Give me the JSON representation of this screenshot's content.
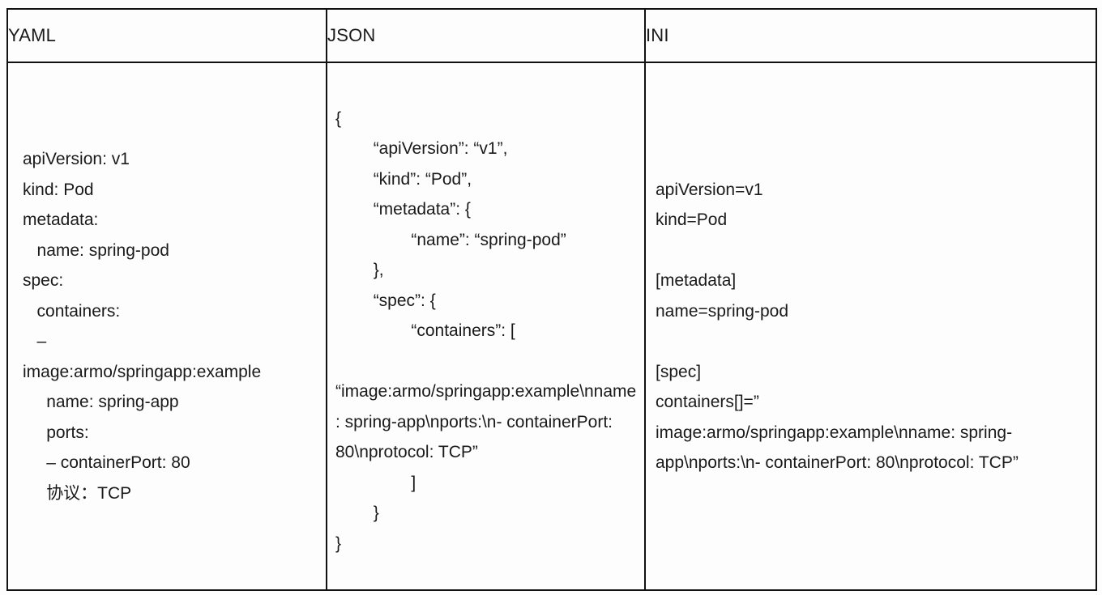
{
  "table": {
    "headers": [
      {
        "id": "yaml",
        "label": "YAML"
      },
      {
        "id": "json",
        "label": "JSON"
      },
      {
        "id": "ini",
        "label": "INI"
      }
    ],
    "columns": {
      "yaml": {
        "title": "YAML",
        "text": "apiVersion: v1\nkind: Pod\nmetadata:\n   name: spring-pod\nspec:\n   containers:\n   –\nimage:armo/springapp:example\n     name: spring-app\n     ports:\n     – containerPort: 80\n     协议：TCP"
      },
      "json": {
        "title": "JSON",
        "text": "{\n        “apiVersion”: “v1”,\n        “kind”: “Pod”,\n        “metadata”: {\n                “name”: “spring-pod”\n        },\n        “spec”: {\n                “containers”: [\n\n“image:armo/springapp:example\\nname: spring-app\\nports:\\n- containerPort: 80\\nprotocol: TCP”\n                ]\n        }\n}"
      },
      "ini": {
        "title": "INI",
        "text": "apiVersion=v1\nkind=Pod\n\n[metadata]\nname=spring-pod\n\n[spec]\ncontainers[]=”\nimage:armo/springapp:example\\nname: spring-app\\nports:\\n- containerPort: 80\\nprotocol: TCP”"
      }
    }
  },
  "style": {
    "background_color": "#fdfdfd",
    "text_color": "#1a1a1a",
    "border_color": "#111111"
  }
}
